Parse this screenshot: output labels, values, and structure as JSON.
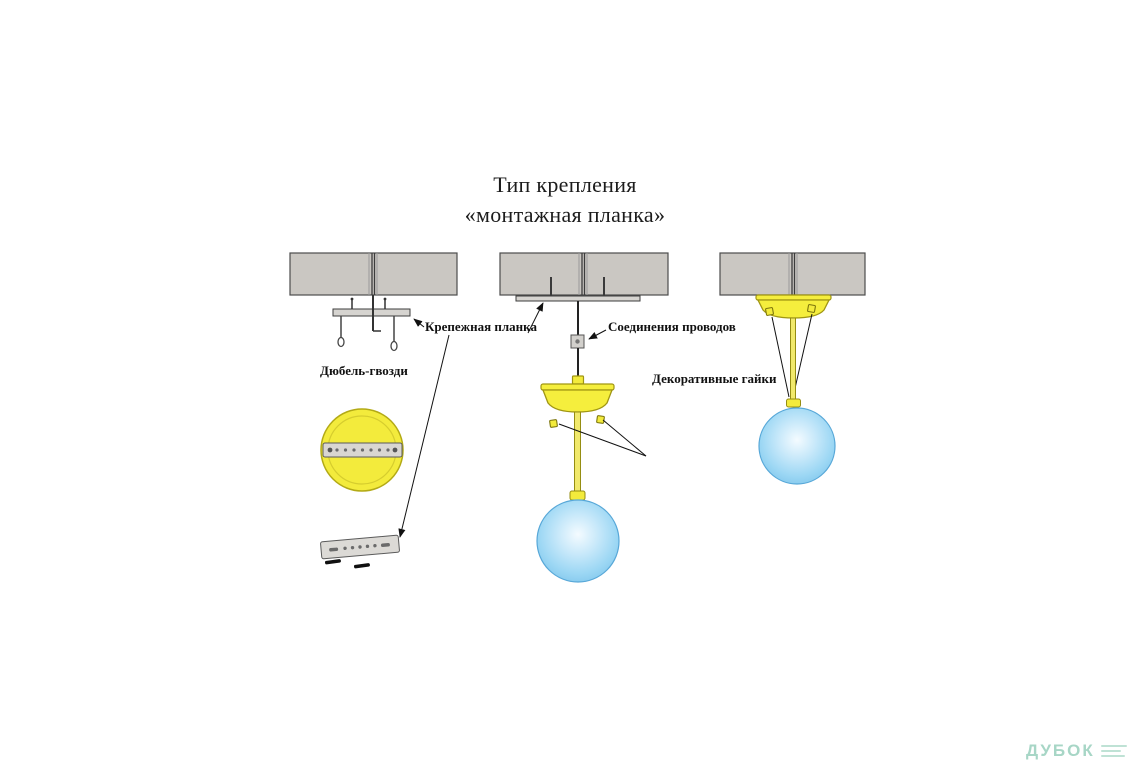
{
  "title": {
    "line1": "Тип крепления",
    "line2": "«монтажная планка»"
  },
  "labels": {
    "mounting_plate": "Крепежная планка",
    "dowel_nails": "Дюбель-гвозди",
    "wire_connections": "Соединения проводов",
    "decorative_nuts": "Декоративные гайки"
  },
  "watermark": {
    "brand": "ДУБОК"
  },
  "colors": {
    "canopy_yellow": "#F3EB3C",
    "glass_blue": "#86CBEF",
    "ceiling_gray": "#CAC7C2",
    "metal_gray": "#D9D6D1",
    "line_black": "#111111",
    "watermark_green": "#A7D6C6"
  }
}
